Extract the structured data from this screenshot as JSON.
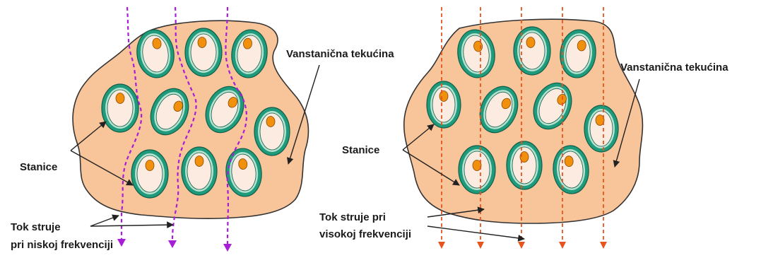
{
  "colors": {
    "tissue_fill": "#f8c49a",
    "tissue_outline": "#333333",
    "cell_membrane": "#1f9a7a",
    "cell_interior": "#fcebe0",
    "nucleus": "#f0900c",
    "low_freq_current": "#a81ed8",
    "high_freq_current": "#e8541e"
  },
  "left_panel": {
    "extracellular_label": "Vanstanična tekućina",
    "cells_label": "Stanice",
    "current_label_line1": "Tok struje",
    "current_label_line2": "pri niskoj frekvenciji"
  },
  "right_panel": {
    "extracellular_label": "Vanstanična tekućina",
    "cells_label": "Stanice",
    "current_label_line1": "Tok struje pri",
    "current_label_line2": "visokoj frekvenciji"
  }
}
